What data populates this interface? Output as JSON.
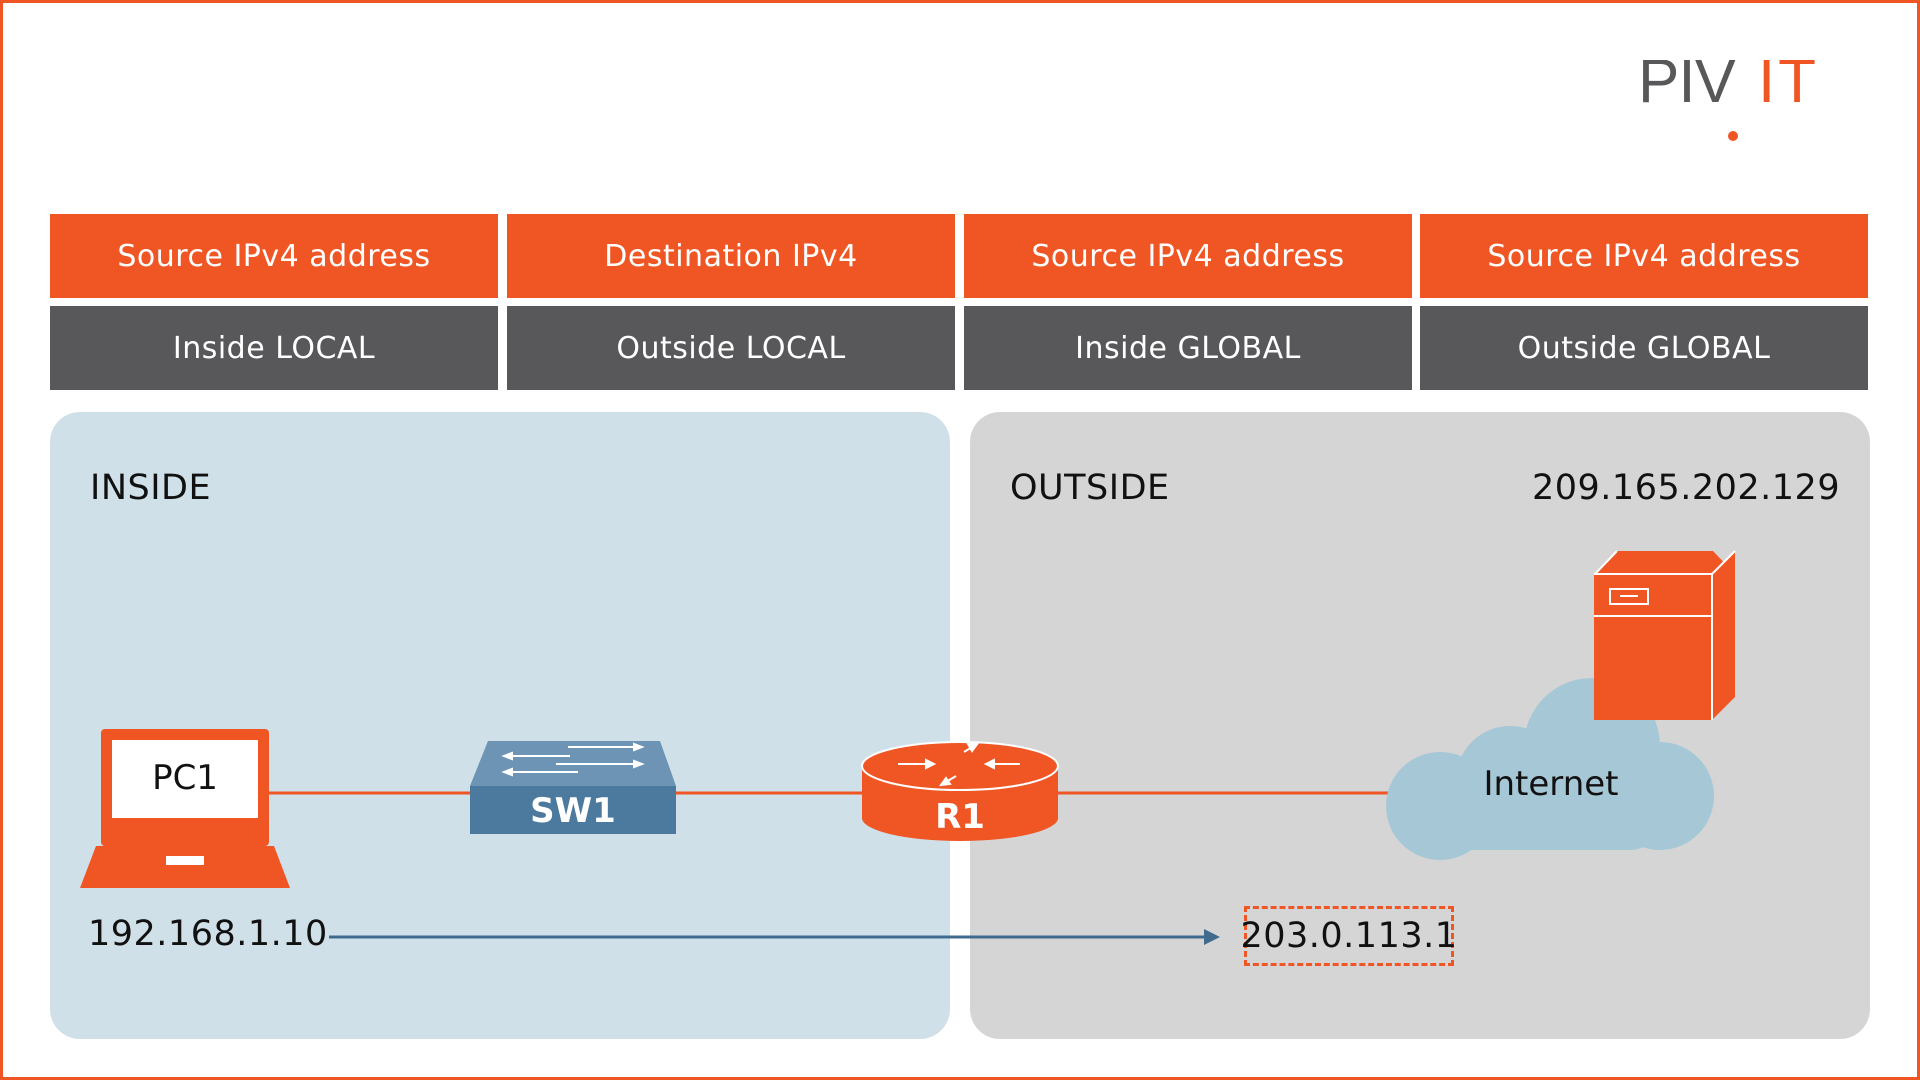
{
  "logo": {
    "left": "PIV",
    "right": "IT",
    "brand_color": "#f05524",
    "dark_color": "#58585b"
  },
  "header": {
    "top_row": [
      "Source IPv4 address",
      "Destination IPv4",
      "Source IPv4 address",
      "Source IPv4 address"
    ],
    "bottom_row": [
      "Inside LOCAL",
      "Outside LOCAL",
      "Inside GLOBAL",
      "Outside GLOBAL"
    ]
  },
  "zones": {
    "inside_label": "INSIDE",
    "outside_label": "OUTSIDE"
  },
  "devices": {
    "pc": "PC1",
    "switch": "SW1",
    "router": "R1",
    "cloud": "Internet",
    "server_icon": "server-icon"
  },
  "addresses": {
    "pc_ip": "192.168.1.10",
    "server_ip": "209.165.202.129",
    "translated_ip": "203.0.113.1"
  },
  "colors": {
    "accent": "#f05524",
    "dark_gray": "#58585b",
    "inside_bg": "#d0e0e8",
    "outside_bg": "#d5d5d5",
    "switch_blue": "#4b7a9e",
    "cloud_blue": "#a6c8d6",
    "arrow_blue": "#3f6b8f"
  }
}
